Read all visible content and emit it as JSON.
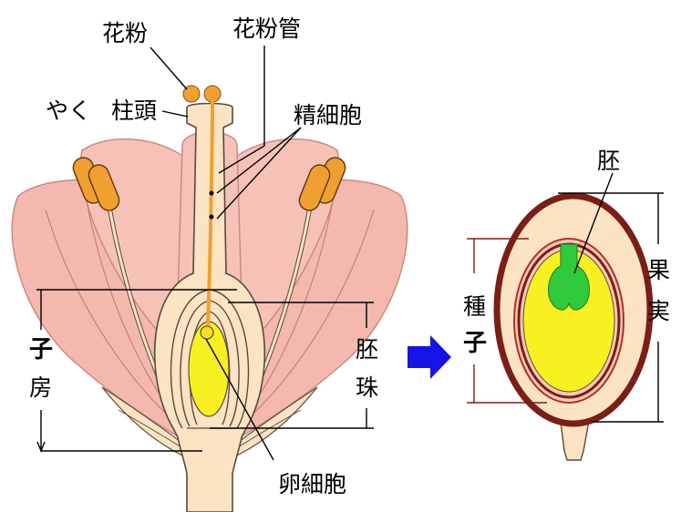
{
  "labels": {
    "pollen": "花粉",
    "pollen_tube": "花粉管",
    "anther": "やく",
    "stigma": "柱頭",
    "sperm_cell": "精細胞",
    "ovary_1": "子",
    "ovary_2": "房",
    "ovule_1": "胚",
    "ovule_2": "珠",
    "egg_cell": "卵細胞",
    "embryo": "胚",
    "seed_1": "種",
    "seed_2": "子",
    "fruit_1": "果",
    "fruit_2": "実"
  },
  "colors": {
    "petal": "#f4b8ae",
    "petal_edge": "#c98a82",
    "pistil": "#fbe3c3",
    "pistil_edge": "#5a4a3a",
    "pollen": "#f0a030",
    "ovule": "#f8f020",
    "embryo": "#30c83c",
    "fruit_wall": "#7a1e16",
    "seed_coat_line": "#b02e24",
    "arrow": "#1414e6"
  }
}
